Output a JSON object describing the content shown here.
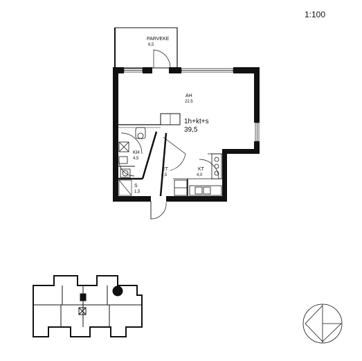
{
  "scale": "1:100",
  "apartment": {
    "type": "1h+kt+s",
    "area": "39,5"
  },
  "rooms": [
    {
      "name": "PARVEKE",
      "area": "6,5"
    },
    {
      "name": "AH",
      "area": "22,5"
    },
    {
      "name": "KH",
      "area": "4,5"
    },
    {
      "name": "ET",
      "area": "4,5"
    },
    {
      "name": "KT",
      "area": "4,0"
    },
    {
      "name": "S",
      "area": "1,5"
    }
  ],
  "compass": {
    "icon": "north-arrow-icon"
  },
  "keyplan": {
    "icon": "key-plan-icon"
  }
}
